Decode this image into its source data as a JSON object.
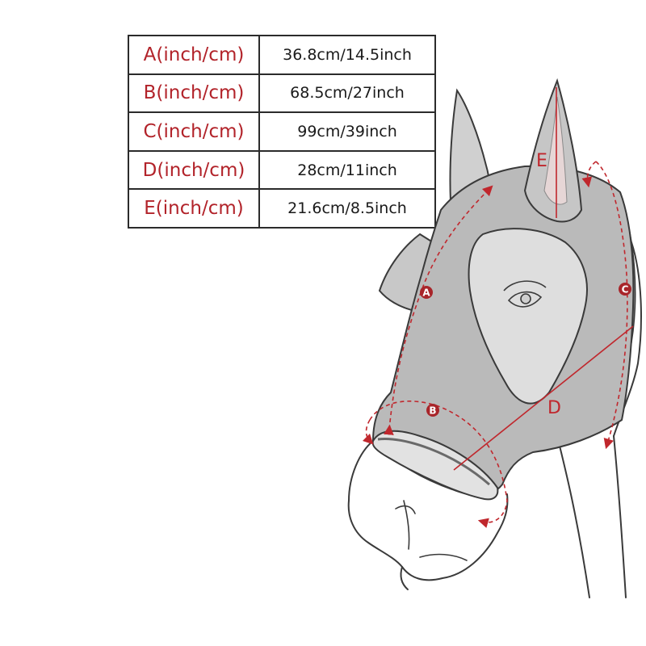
{
  "measurements": [
    {
      "letter": "A",
      "label": "A(inch/cm)",
      "value": "36.8cm/14.5inch"
    },
    {
      "letter": "B",
      "label": "B(inch/cm)",
      "value": "68.5cm/27inch"
    },
    {
      "letter": "C",
      "label": "C(inch/cm)",
      "value": "99cm/39inch"
    },
    {
      "letter": "D",
      "label": "D(inch/cm)",
      "value": "28cm/11inch"
    },
    {
      "letter": "E",
      "label": "E(inch/cm)",
      "value": "21.6cm/8.5inch"
    }
  ],
  "colors": {
    "accent": "#c0272d",
    "mask": "#b9b9b9",
    "outline": "#3a3a3a"
  }
}
